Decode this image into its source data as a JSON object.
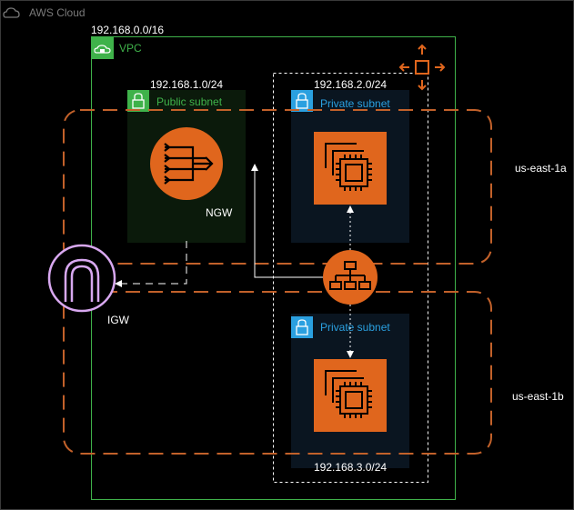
{
  "cloud": {
    "label": "AWS Cloud",
    "border_color": "#3a3a3a",
    "label_color": "#7a7a7a"
  },
  "vpc": {
    "cidr": "192.168.0.0/16",
    "label": "VPC",
    "color": "#3fb24a"
  },
  "public_subnet": {
    "cidr": "192.168.1.0/24",
    "label": "Public subnet",
    "color": "#3fb24a",
    "fill": "#0b1a0b"
  },
  "private_subnet_a": {
    "cidr": "192.168.2.0/24",
    "label": "Private subnet",
    "color": "#2aa0e0",
    "fill": "#0a1520"
  },
  "private_subnet_b": {
    "cidr": "192.168.3.0/24",
    "label": "Private subnet",
    "color": "#2aa0e0",
    "fill": "#0a1520"
  },
  "availability_zones": [
    {
      "label": "us-east-1a"
    },
    {
      "label": "us-east-1b"
    }
  ],
  "nodes": {
    "ngw": {
      "label": "NGW",
      "icon": "nat-gateway-icon"
    },
    "igw": {
      "label": "IGW",
      "icon": "internet-gateway-icon"
    },
    "ec2_a": {
      "icon": "ec2-instance-icon"
    },
    "ec2_b": {
      "icon": "ec2-instance-icon"
    },
    "alb": {
      "icon": "load-balancer-icon"
    },
    "autoscaling": {
      "icon": "auto-scaling-icon"
    }
  },
  "colors": {
    "az_dash": "#c2612a",
    "orange_fill": "#e0661d",
    "igw_purple": "#d8a8f0",
    "connector": "#ffffff"
  }
}
